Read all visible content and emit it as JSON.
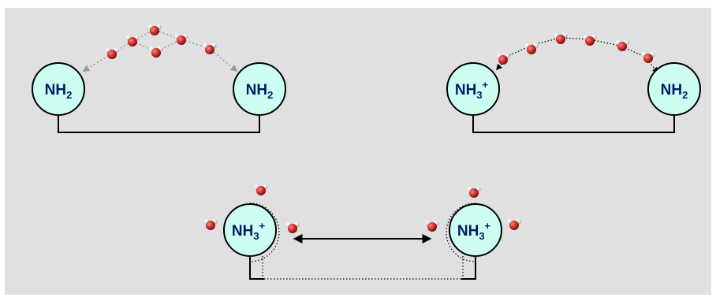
{
  "panels": {
    "top_left": {
      "left_label": {
        "base": "NH",
        "sub": "2",
        "sup": ""
      },
      "right_label": {
        "base": "NH",
        "sub": "2",
        "sup": ""
      }
    },
    "top_right": {
      "left_label": {
        "base": "NH",
        "sub": "3",
        "sup": "+"
      },
      "right_label": {
        "base": "NH",
        "sub": "2",
        "sup": ""
      }
    },
    "bottom": {
      "left_label": {
        "base": "NH",
        "sub": "3",
        "sup": "+"
      },
      "right_label": {
        "base": "NH",
        "sub": "3",
        "sup": "+"
      }
    }
  },
  "colors": {
    "background": "#e0e0e0",
    "circle_fill": "#ccfff2",
    "circle_stroke": "#000000",
    "label_text": "#001a66",
    "oxygen": "#d32f2f",
    "hydrogen": "#e8e8e8",
    "dotted_grey": "#9a9a9a"
  }
}
